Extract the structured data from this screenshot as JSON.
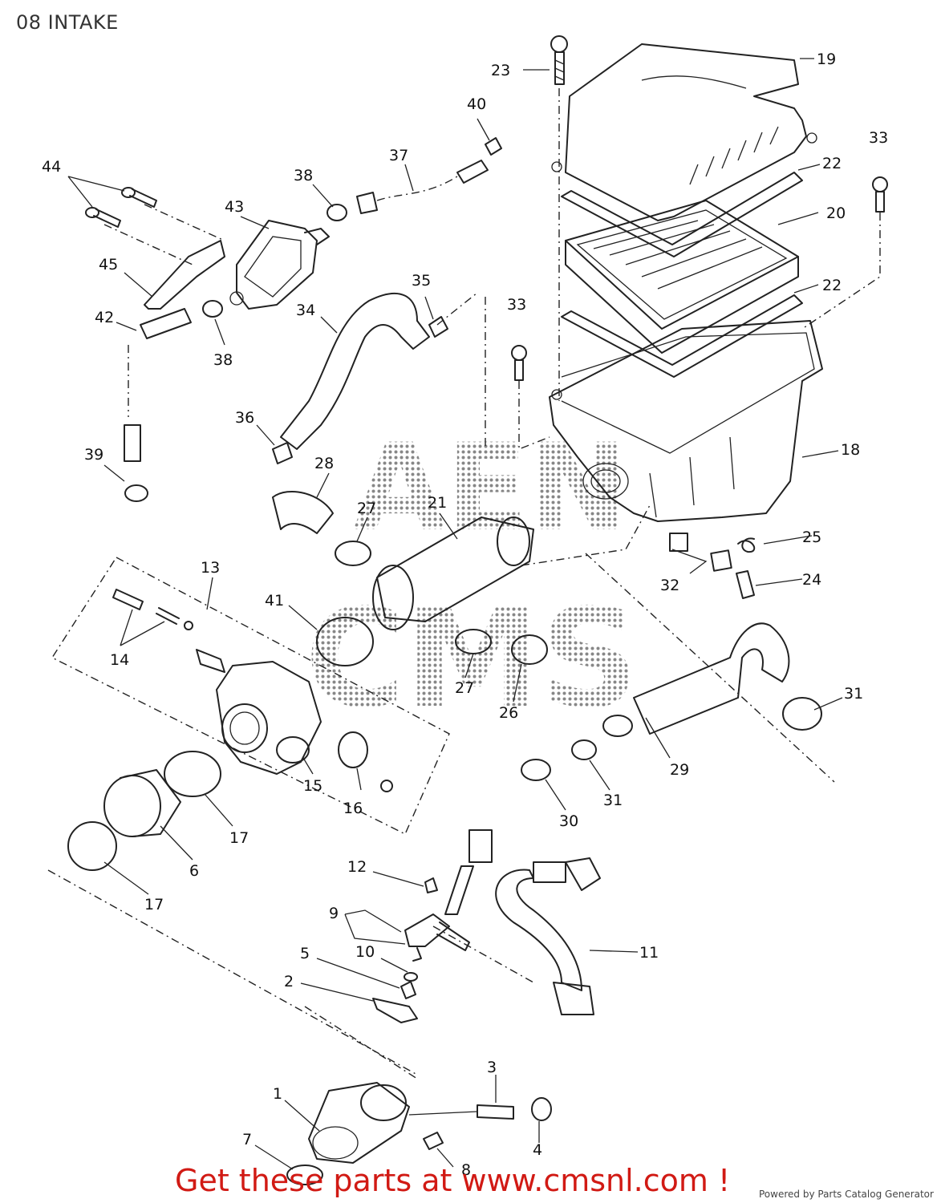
{
  "title": "08 INTAKE",
  "watermark": [
    "AEN",
    "CMS"
  ],
  "callouts": {
    "c1": "1",
    "c2": "2",
    "c3": "3",
    "c4": "4",
    "c5": "5",
    "c6": "6",
    "c7": "7",
    "c8": "8",
    "c9": "9",
    "c10": "10",
    "c11": "11",
    "c12": "12",
    "c13": "13",
    "c14": "14",
    "c15": "15",
    "c16": "16",
    "c17a": "17",
    "c17b": "17",
    "c18": "18",
    "c19": "19",
    "c20": "20",
    "c21": "21",
    "c22a": "22",
    "c22b": "22",
    "c23": "23",
    "c24": "24",
    "c25": "25",
    "c26": "26",
    "c27a": "27",
    "c27b": "27",
    "c28": "28",
    "c29": "29",
    "c30": "30",
    "c31a": "31",
    "c31b": "31",
    "c32": "32",
    "c33a": "33",
    "c33b": "33",
    "c34": "34",
    "c35": "35",
    "c36": "36",
    "c37": "37",
    "c38a": "38",
    "c38b": "38",
    "c39": "39",
    "c40": "40",
    "c41": "41",
    "c42": "42",
    "c43": "43",
    "c44": "44",
    "c45": "45"
  },
  "cta_text": "Get these parts at www.cmsnl.com !",
  "powered_by": "Powered by Parts Catalog Generator"
}
